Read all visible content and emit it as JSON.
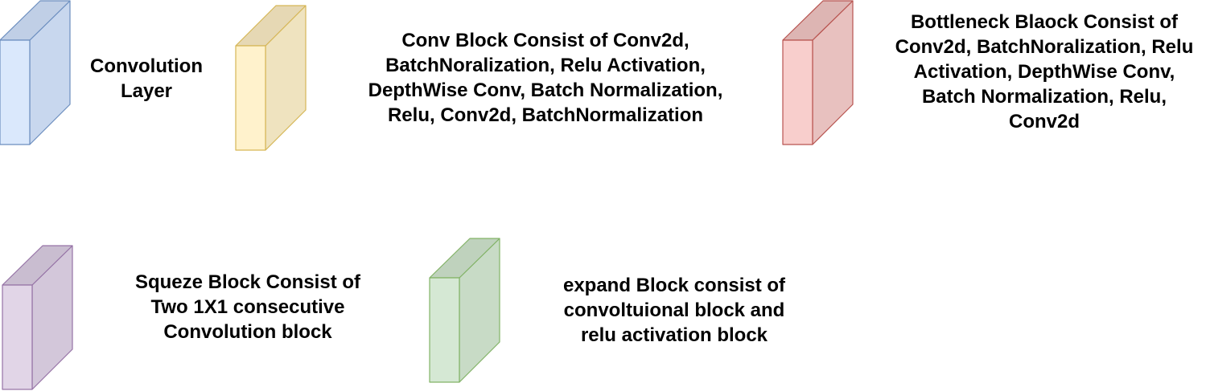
{
  "legend_items": [
    {
      "id": "convolution-layer",
      "label": "Convolution\nLayer",
      "colors": {
        "front": "#dae8fc",
        "side": "#c8d7ee",
        "top": "#c0cfe6",
        "stroke": "#6c8ebf"
      }
    },
    {
      "id": "conv-block",
      "label": "Conv Block Consist of Conv2d,\nBatchNoralization, Relu Activation,\nDepthWise Conv, Batch Normalization,\nRelu, Conv2d, BatchNormalization",
      "colors": {
        "front": "#fff2cc",
        "side": "#efe3bf",
        "top": "#e6d8b4",
        "stroke": "#d6b656"
      }
    },
    {
      "id": "bottleneck-block",
      "label": "Bottleneck Blaock Consist of\nConv2d, BatchNoralization, Relu\nActivation, DepthWise Conv,\nBatch Normalization, Relu,\nConv2d",
      "colors": {
        "front": "#f8cecc",
        "side": "#e8c1bf",
        "top": "#ddb5b3",
        "stroke": "#b85450"
      }
    },
    {
      "id": "squeeze-block",
      "label": "Squeze Block Consist of\nTwo 1X1 consecutive\nConvolution block",
      "colors": {
        "front": "#e1d5e7",
        "side": "#d3c7da",
        "top": "#c9bdd0",
        "stroke": "#9673a6"
      }
    },
    {
      "id": "expand-block",
      "label": "expand Block consist of\nconvoltuional block and\nrelu activation block",
      "colors": {
        "front": "#d5e8d4",
        "side": "#c8dbc6",
        "top": "#bfd2bd",
        "stroke": "#82b366"
      }
    }
  ]
}
